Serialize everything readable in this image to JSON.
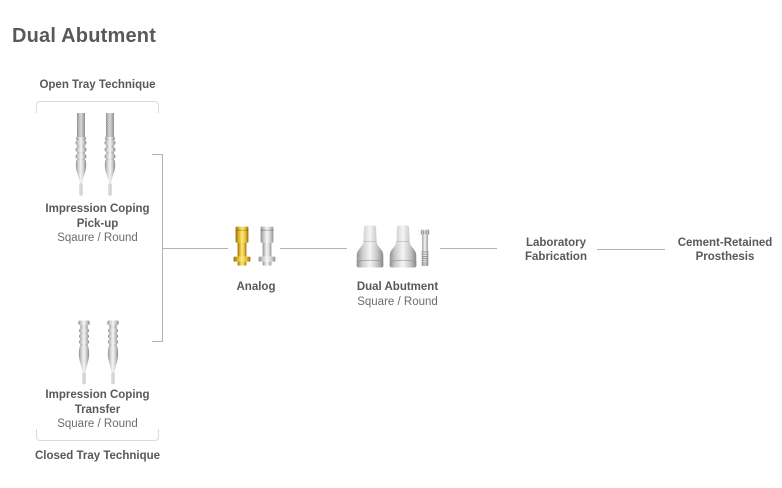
{
  "title": "Dual Abutment",
  "colors": {
    "heading_text": "#58595b",
    "label_text": "#58595b",
    "sublabel_text": "#6d6e71",
    "connector_line": "#b3b3b3",
    "bracket_border": "#dadada",
    "analog_gold": "#e8c53a",
    "metal_silver": "#cdcdcd"
  },
  "open_tray": {
    "technique": "Open Tray Technique",
    "item_name_1": "Impression Coping",
    "item_name_2": "Pick-up",
    "variant": "Sqaure / Round"
  },
  "closed_tray": {
    "technique": "Closed Tray Technique",
    "item_name_1": "Impression Coping",
    "item_name_2": "Transfer",
    "variant": "Square / Round"
  },
  "flow": {
    "analog_label": "Analog",
    "dual_abutment_label": "Dual Abutment",
    "dual_abutment_variant": "Square / Round",
    "laboratory_line1": "Laboratory",
    "laboratory_line2": "Fabrication",
    "prosthesis_line1": "Cement-Retained",
    "prosthesis_line2": "Prosthesis"
  },
  "images": {
    "pickup_copings": "impression-coping-pickup-pair",
    "transfer_copings": "impression-coping-transfer-pair",
    "analogs": "implant-analog-pair-gold-silver",
    "dual_abutments": "dual-abutment-pair-with-screw"
  }
}
